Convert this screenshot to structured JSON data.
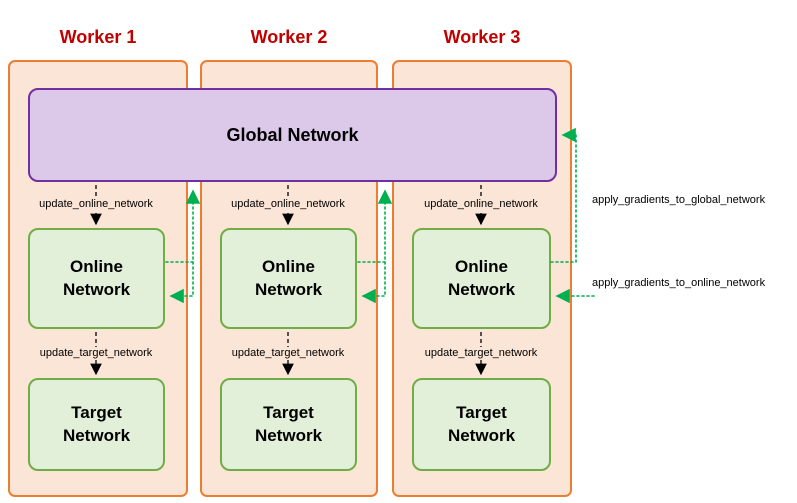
{
  "diagram": {
    "global_network": {
      "label": "Global Network"
    },
    "workers": [
      {
        "title": "Worker 1",
        "update_online_label": "update_online_network",
        "online_label": "Online Network",
        "update_target_label": "update_target_network",
        "target_label": "Target Network"
      },
      {
        "title": "Worker 2",
        "update_online_label": "update_online_network",
        "online_label": "Online Network",
        "update_target_label": "update_target_network",
        "target_label": "Target Network"
      },
      {
        "title": "Worker 3",
        "update_online_label": "update_online_network",
        "online_label": "Online Network",
        "update_target_label": "update_target_network",
        "target_label": "Target Network"
      }
    ],
    "annotations": {
      "apply_gradients_to_global": "apply_gradients_to_global_network",
      "apply_gradients_to_online": "apply_gradients_to_online_network"
    },
    "colors": {
      "worker_fill": "#fbe5d6",
      "worker_border": "#ed7d31",
      "worker_title": "#c00000",
      "global_fill": "#dcc9ea",
      "global_border": "#7030a0",
      "network_fill": "#e2efd9",
      "network_border": "#70ad47",
      "gradient_arrow": "#00b050",
      "update_arrow": "#000000"
    }
  }
}
